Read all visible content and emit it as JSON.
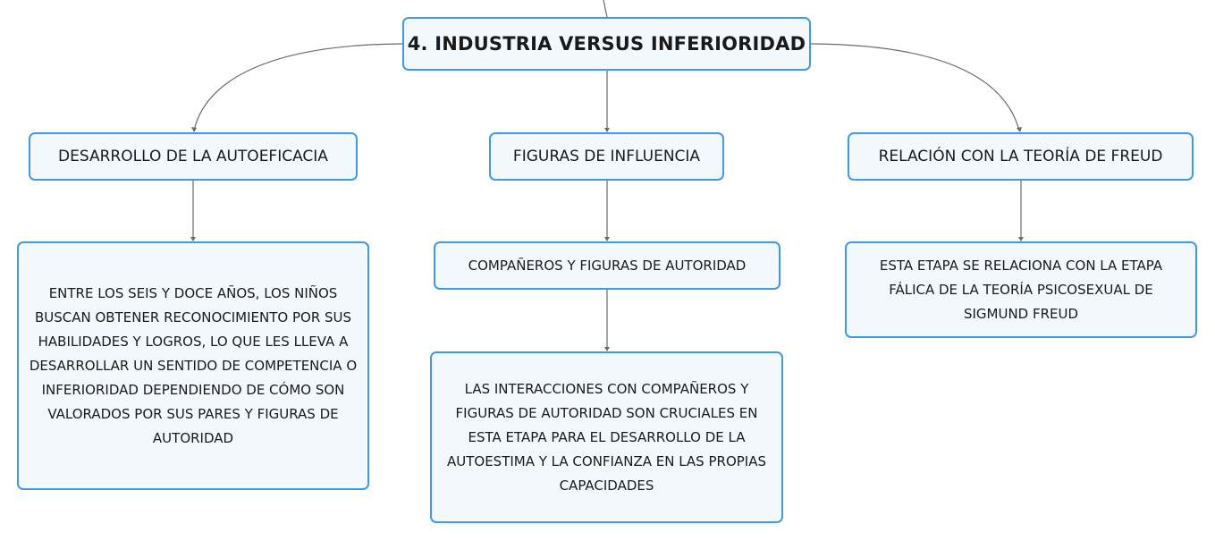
{
  "diagram": {
    "root": {
      "label": "4. INDUSTRIA VERSUS INFERIORIDAD"
    },
    "branches": {
      "desarrollo": {
        "label": "DESARROLLO DE LA AUTOEFICACIA",
        "detail": "ENTRE LOS SEIS Y DOCE AÑOS, LOS NIÑOS BUSCAN OBTENER RECONOCIMIENTO POR SUS HABILIDADES Y LOGROS, LO QUE LES LLEVA A DESARROLLAR UN SENTIDO DE COMPETENCIA O INFERIORIDAD DEPENDIENDO DE CÓMO SON VALORADOS POR SUS PARES Y FIGURAS DE AUTORIDAD"
      },
      "figuras": {
        "label": "FIGURAS DE INFLUENCIA",
        "sub": "COMPAÑEROS Y FIGURAS DE AUTORIDAD",
        "detail": "LAS INTERACCIONES CON COMPAÑEROS Y FIGURAS DE AUTORIDAD SON CRUCIALES EN ESTA ETAPA PARA EL DESARROLLO DE LA AUTOESTIMA Y LA CONFIANZA EN LAS PROPIAS CAPACIDADES"
      },
      "freud": {
        "label": "RELACIÓN CON LA TEORÍA DE FREUD",
        "detail": "ESTA ETAPA SE RELACIONA CON LA ETAPA FÁLICA DE LA TEORÍA PSICOSEXUAL DE SIGMUND FREUD"
      }
    }
  },
  "colors": {
    "node_border": "#3d9be9",
    "node_fill": "#f3f8fd",
    "connector": "#6b6b6b"
  }
}
